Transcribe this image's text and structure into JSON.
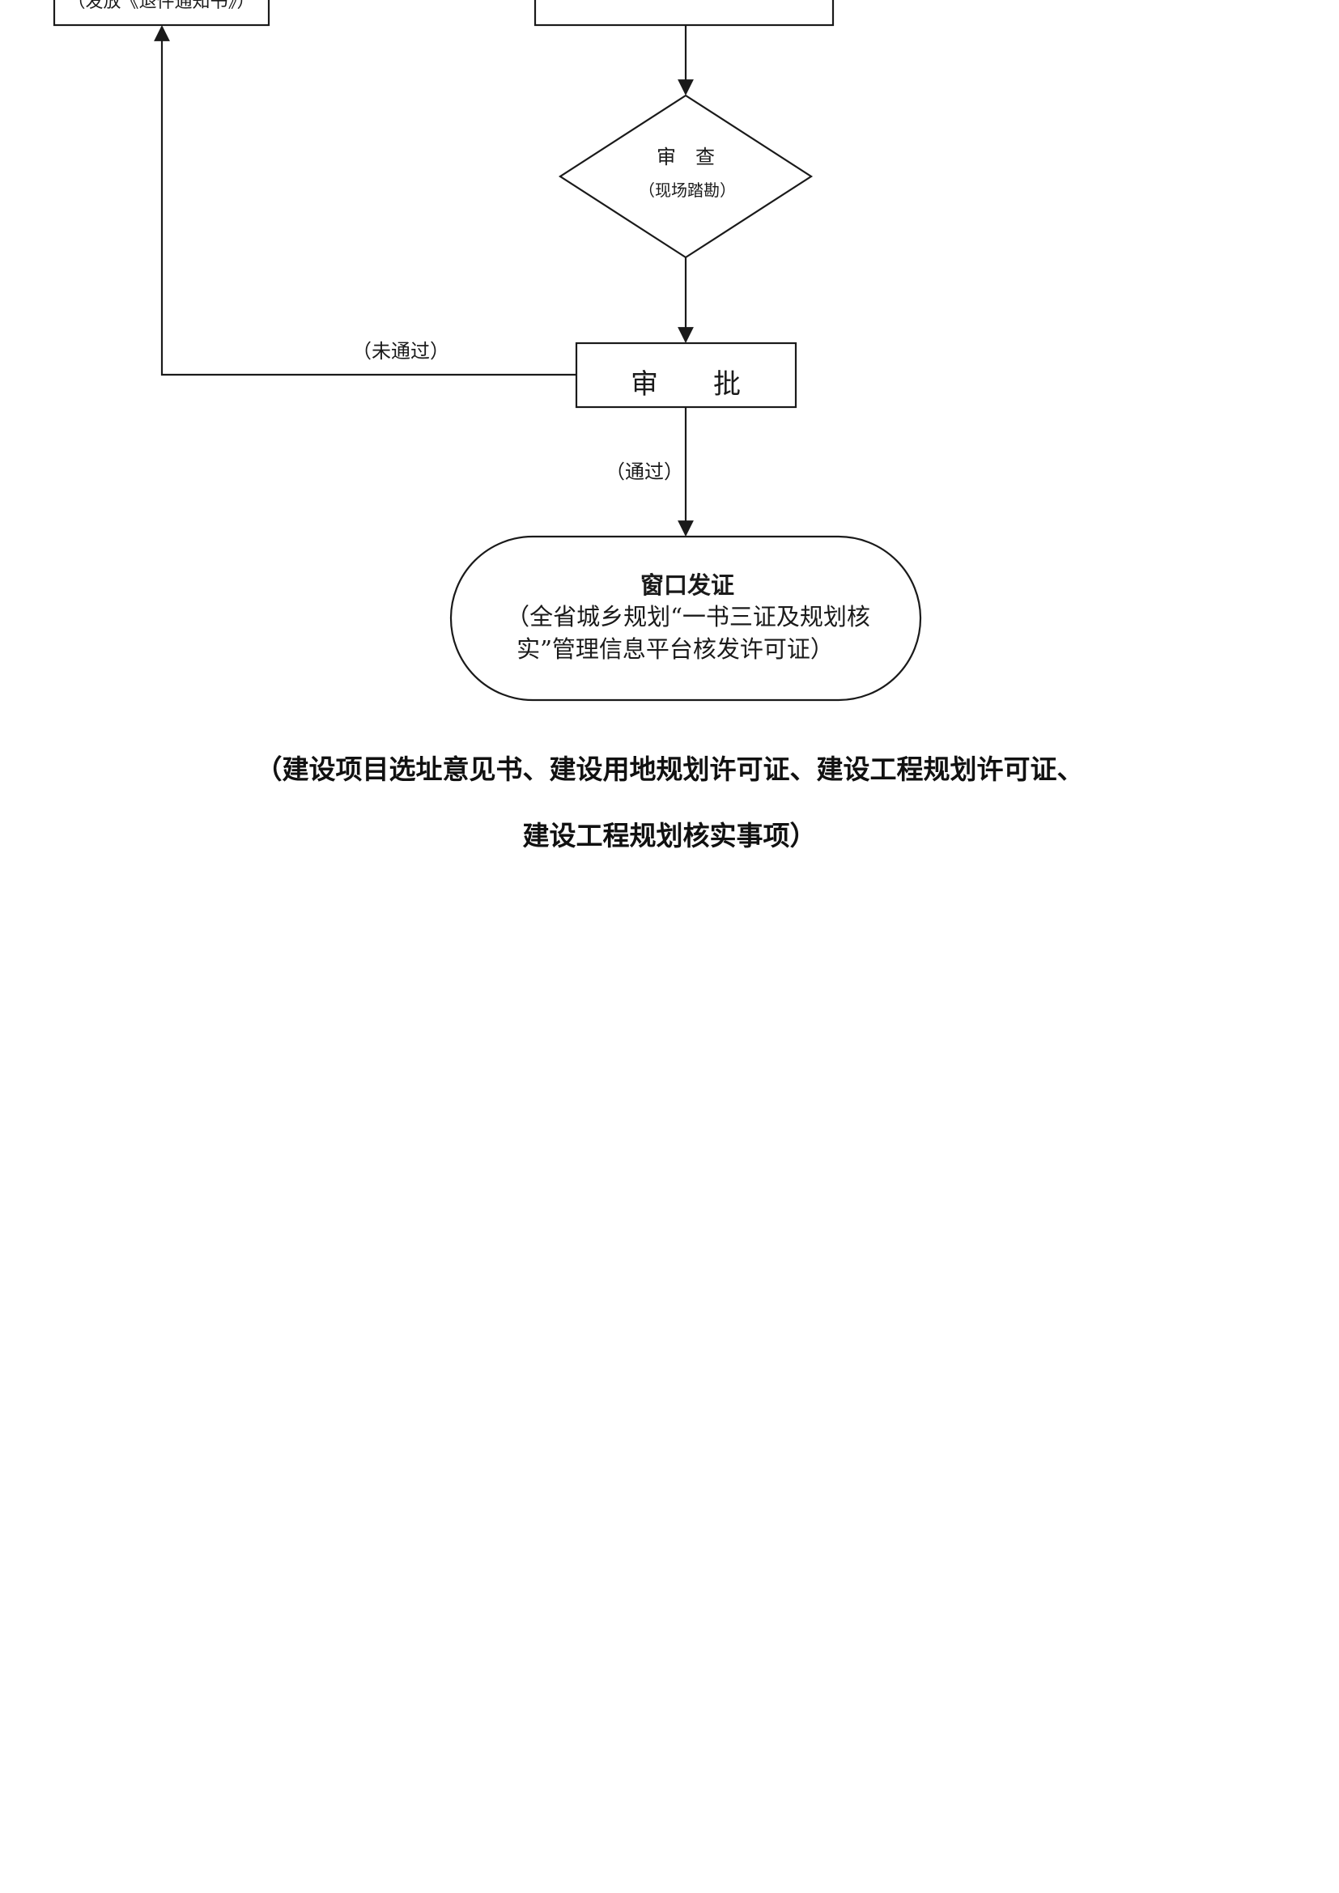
{
  "flowchart": {
    "reject_box": {
      "note": "（发放《退件通知书》）"
    },
    "review": {
      "label": "审　查",
      "note": "（现场踏勘）"
    },
    "approval": {
      "label": "审　　批",
      "rejected_label": "（未通过）",
      "passed_label": "（通过）"
    },
    "issue": {
      "title": "窗口发证",
      "line1": "（全省城乡规划“一书三证及规划核",
      "line2": "实”管理信息平台核发许可证）"
    }
  },
  "caption": {
    "line1": "（建设项目选址意见书、建设用地规划许可证、建设工程规划许可证、",
    "line2": "建设工程规划核实事项）"
  }
}
